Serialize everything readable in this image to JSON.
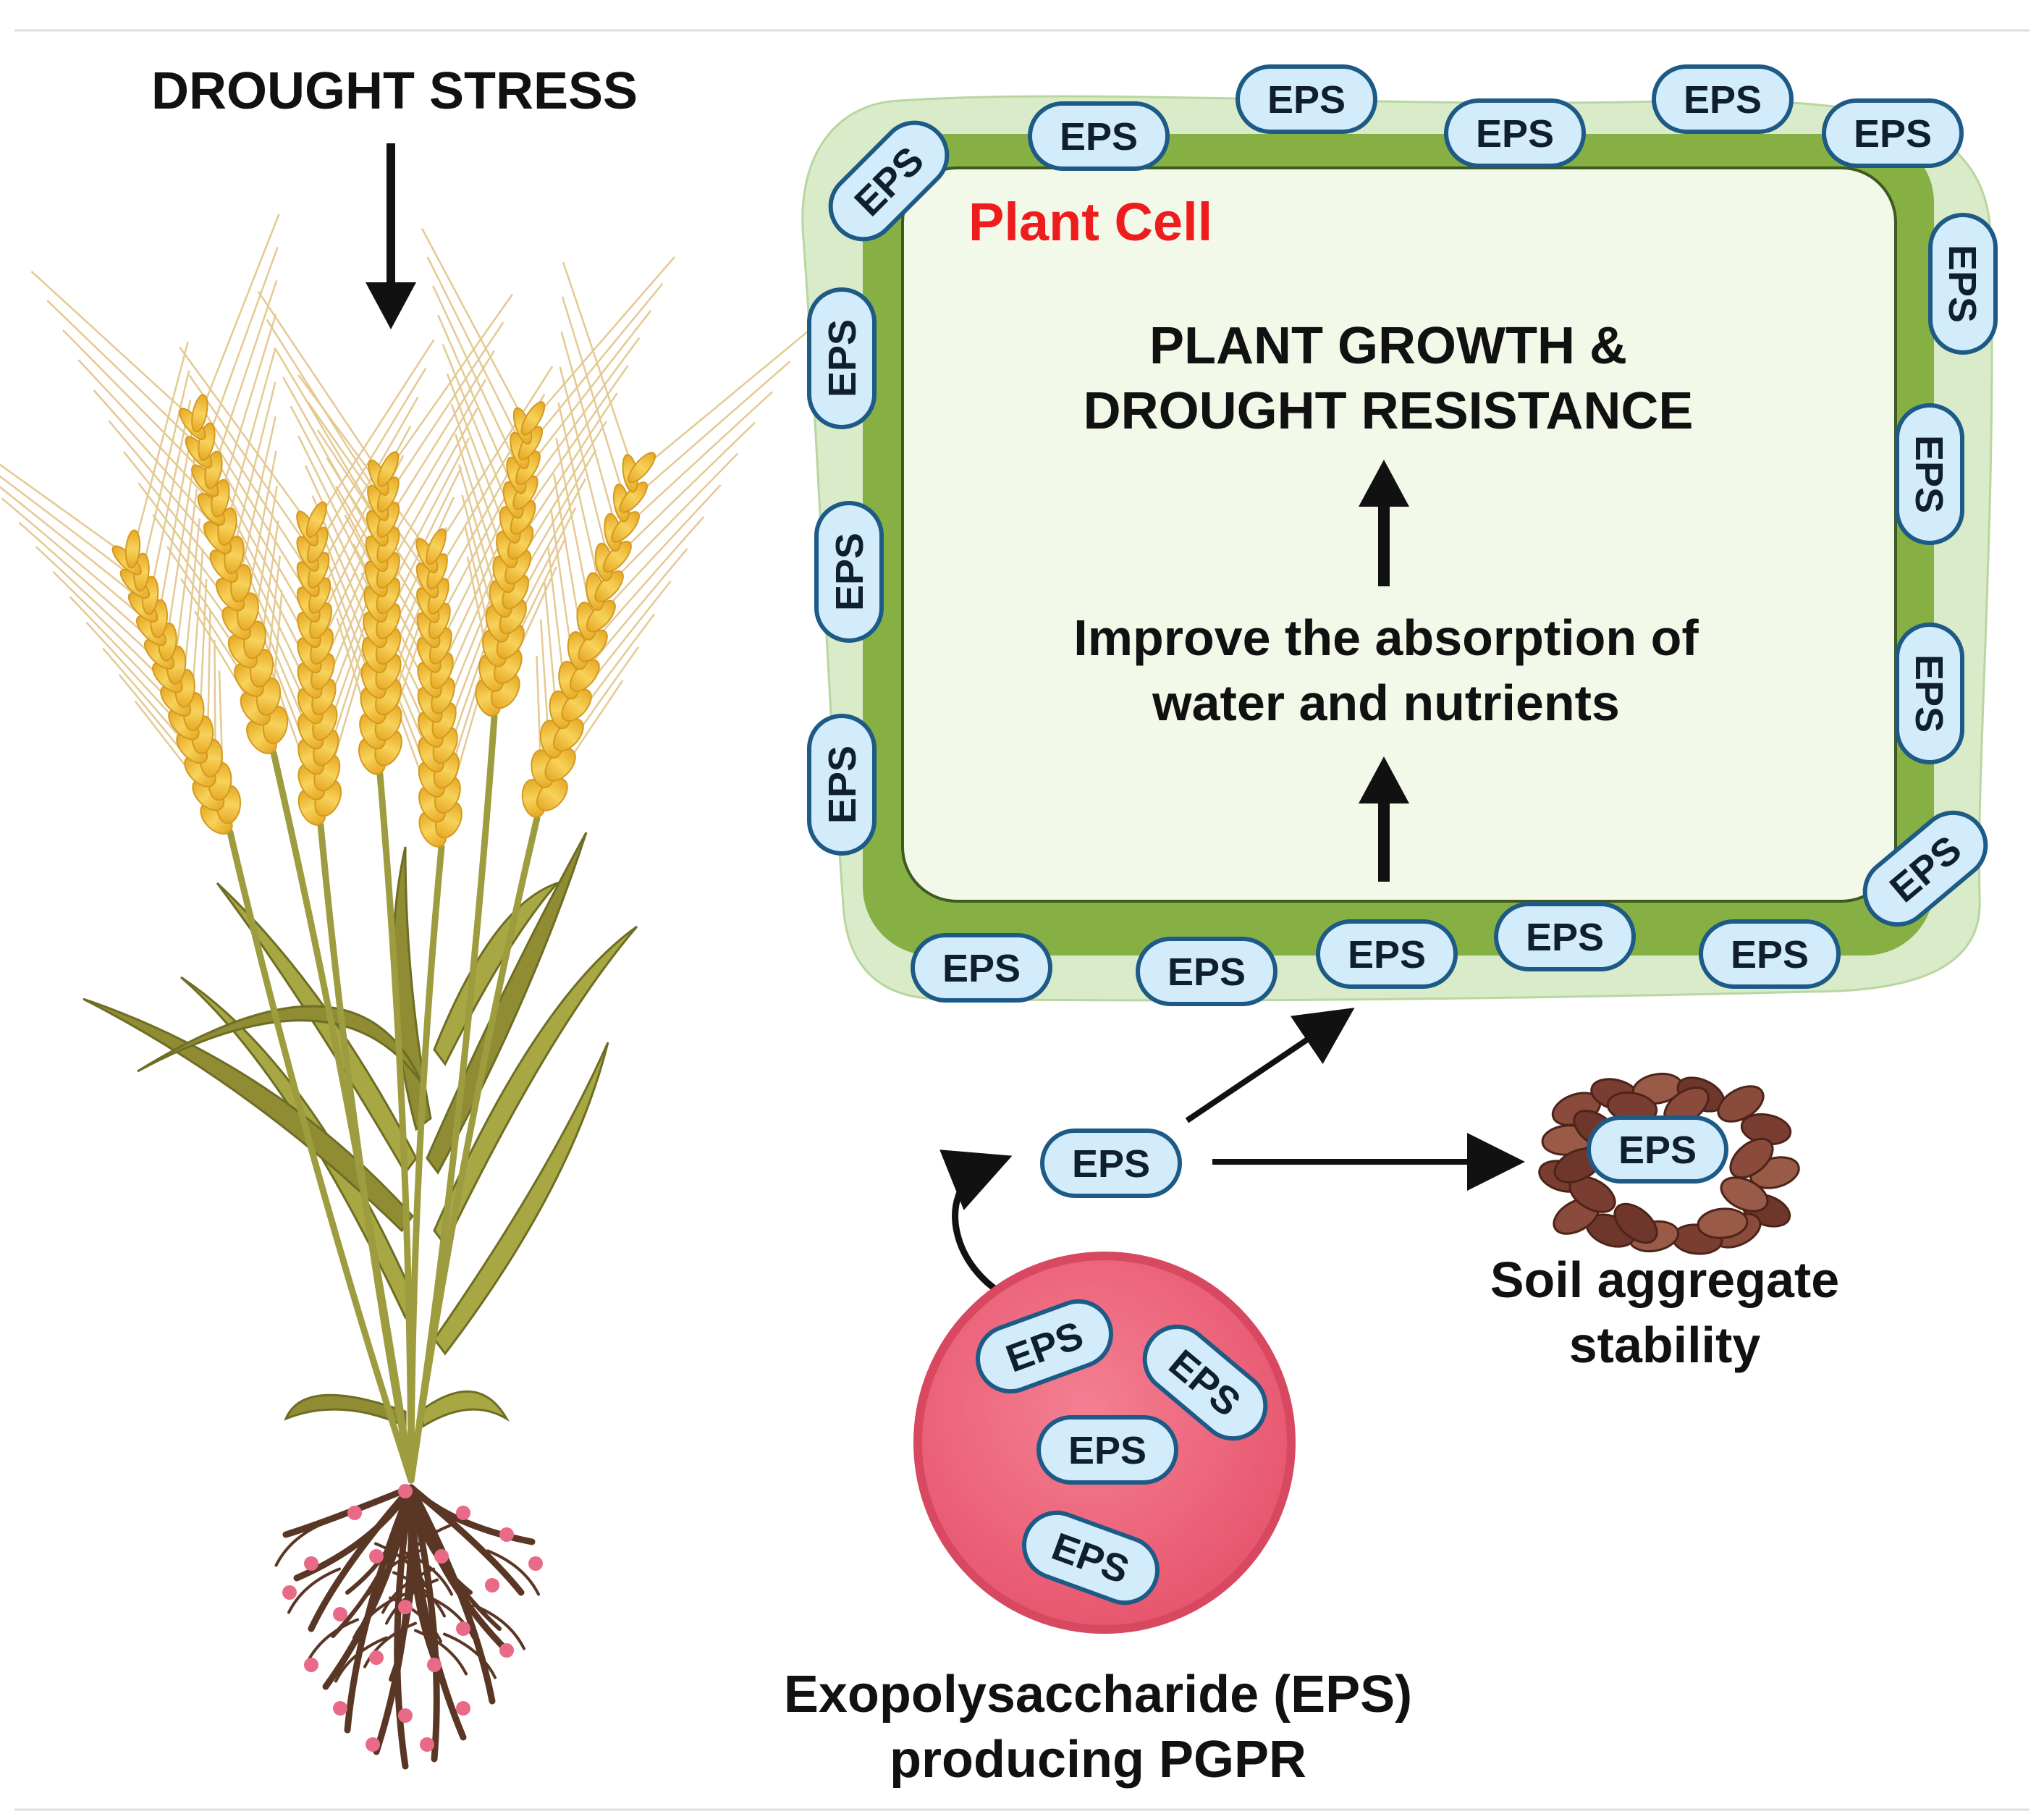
{
  "labels": {
    "drought_stress": "DROUGHT STRESS",
    "plant_cell": "Plant Cell",
    "growth_line1": "PLANT GROWTH &",
    "growth_line2": "DROUGHT RESISTANCE",
    "absorption_line1": "Improve the absorption of",
    "absorption_line2": "water and nutrients",
    "soil_line1": "Soil aggregate",
    "soil_line2": "stability",
    "pgpr_line1": "Exopolysaccharide (EPS)",
    "pgpr_line2": "producing PGPR"
  },
  "eps_label": "EPS",
  "colors": {
    "cell_wall": "#86b043",
    "cell_inner": "#f1f8e6",
    "cell_halo": "#d9ebc9",
    "eps_fill": "#d3ecfb",
    "eps_stroke": "#1d5a86",
    "bacterium": "#ee5f76",
    "bacterium_stroke": "#d84860",
    "title_red": "#ee1c1c",
    "grain": "#f2c13d",
    "stem": "#a7a843",
    "root": "#5a3625",
    "soil": "#8a4a3c"
  }
}
